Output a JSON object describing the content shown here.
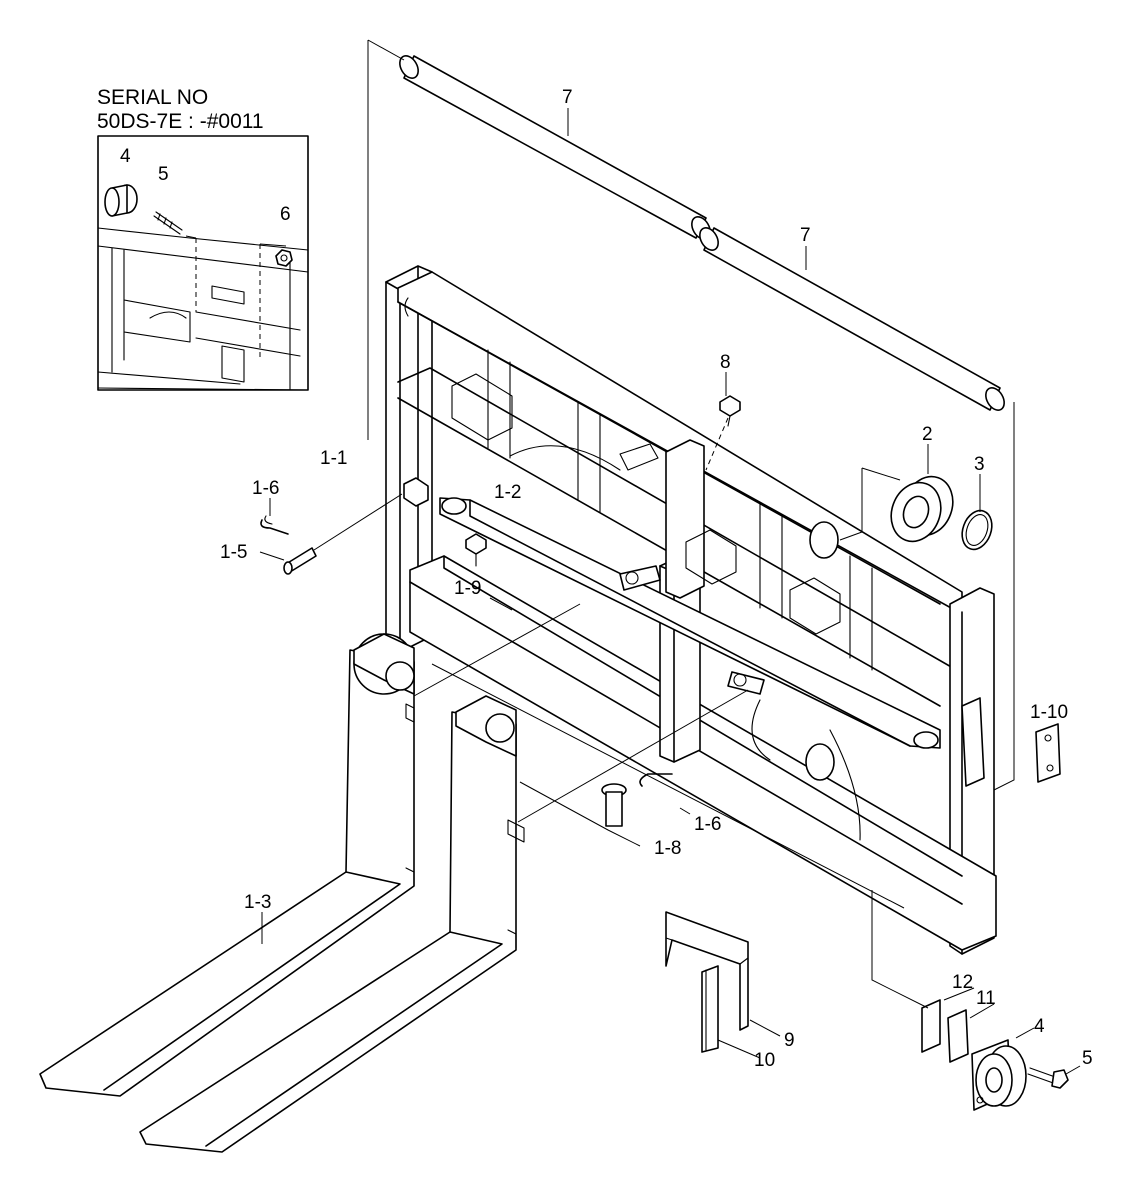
{
  "inset": {
    "serial_line1": "SERIAL NO",
    "serial_line2": "50DS-7E : -#0011",
    "callouts": {
      "c4": "4",
      "c5": "5",
      "c6": "6"
    }
  },
  "callouts": {
    "c7a": "7",
    "c7b": "7",
    "c8": "8",
    "c1_1": "1-1",
    "c2": "2",
    "c3": "3",
    "c1_6a": "1-6",
    "c1_2": "1-2",
    "c1_5": "1-5",
    "c1_9": "1-9",
    "c1_10": "1-10",
    "c1_6b": "1-6",
    "c1_8": "1-8",
    "c1_3": "1-3",
    "c12": "12",
    "c11": "11",
    "c4": "4",
    "c5": "5",
    "c9": "9",
    "c10": "10"
  }
}
